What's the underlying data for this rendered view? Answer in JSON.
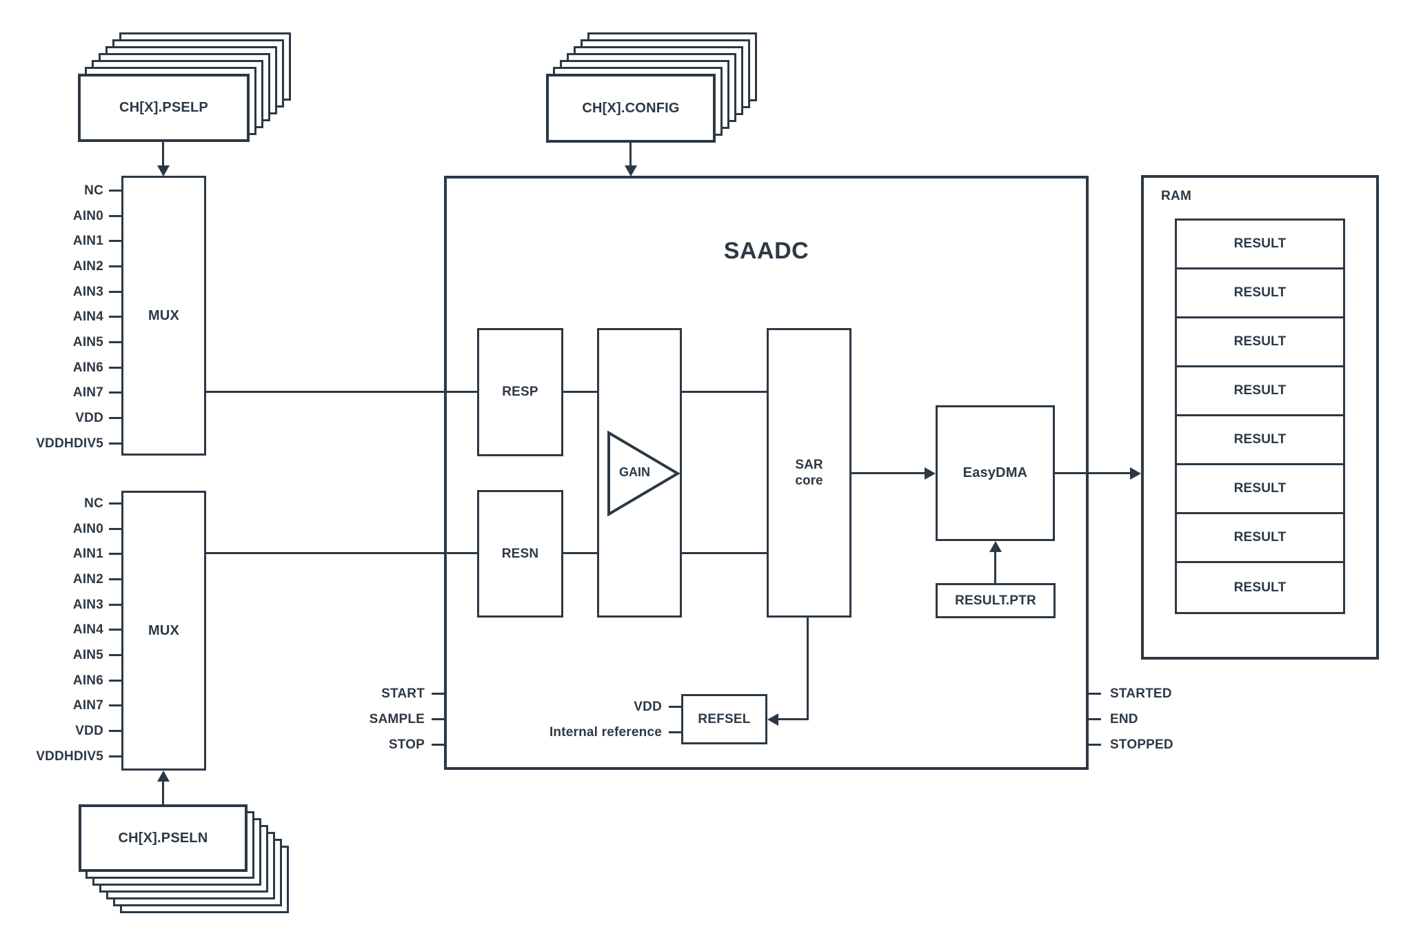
{
  "colors": {
    "ink": "#2c3845",
    "background": "#ffffff"
  },
  "registers": {
    "pselp": "CH[X].PSELP",
    "config": "CH[X].CONFIG",
    "pseln": "CH[X].PSELN",
    "result_ptr": "RESULT.PTR"
  },
  "mux_top": {
    "label": "MUX",
    "inputs": [
      "NC",
      "AIN0",
      "AIN1",
      "AIN2",
      "AIN3",
      "AIN4",
      "AIN5",
      "AIN6",
      "AIN7",
      "VDD",
      "VDDHDIV5"
    ]
  },
  "mux_bottom": {
    "label": "MUX",
    "inputs": [
      "NC",
      "AIN0",
      "AIN1",
      "AIN2",
      "AIN3",
      "AIN4",
      "AIN5",
      "AIN6",
      "AIN7",
      "VDD",
      "VDDHDIV5"
    ]
  },
  "saadc": {
    "title": "SAADC",
    "resp": "RESP",
    "resn": "RESN",
    "gain": "GAIN",
    "sar_core": {
      "line1": "SAR",
      "line2": "core"
    },
    "refsel": {
      "label": "REFSEL",
      "inputs": [
        "VDD",
        "Internal reference"
      ]
    },
    "tasks": [
      "START",
      "SAMPLE",
      "STOP"
    ],
    "events": [
      "STARTED",
      "END",
      "STOPPED"
    ]
  },
  "easydma": {
    "label": "EasyDMA"
  },
  "ram": {
    "label": "RAM",
    "rows": [
      "RESULT",
      "RESULT",
      "RESULT",
      "RESULT",
      "RESULT",
      "RESULT",
      "RESULT",
      "RESULT"
    ]
  }
}
